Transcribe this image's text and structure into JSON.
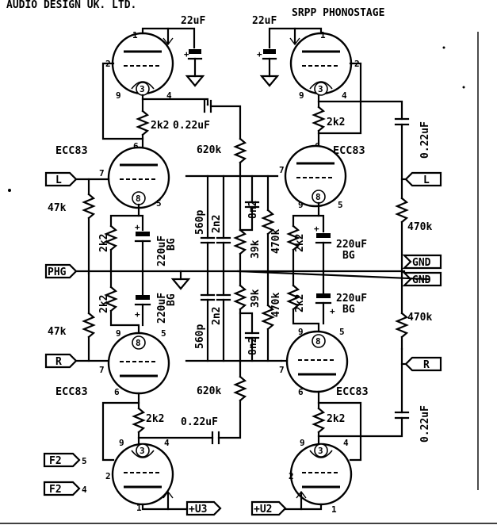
{
  "header": {
    "company": "AUDIO DESIGN UK. LTD.",
    "title": "SRPP PHONOSTAGE"
  },
  "tubes": {
    "upper_left_type": "ECC83",
    "upper_right_type": "ECC83",
    "lower_left_type": "ECC83",
    "lower_right_type": "ECC83"
  },
  "pins": {
    "p1": "1",
    "p2": "2",
    "p3": "3",
    "p4": "4",
    "p5": "5",
    "p6": "6",
    "p7": "7",
    "p8": "8",
    "p9": "9"
  },
  "components": {
    "decoupling_cap": "22uF",
    "plate_resistor": "2k2",
    "coupling_cap": "0.22uF",
    "grid_resistor": "620k",
    "input_resistor": "47k",
    "cathode_resistor": "2k2",
    "cathode_cap": "220uF",
    "cathode_cap_type": "BG",
    "eq_cap_small": "560p",
    "eq_cap_mid": "2n2",
    "eq_cap_big": "8n2",
    "eq_res": "39k",
    "eq_res_big": "470k",
    "output_resistor": "470k",
    "plus_sign": "+"
  },
  "connectors": {
    "left_in": "L",
    "right_in": "R",
    "phono_in": "PHG",
    "left_out": "L",
    "right_out": "R",
    "gnd_1": "GND",
    "gnd_2": "GND",
    "heater_a": "F2",
    "heater_b": "F2",
    "heater_a_pin": "5",
    "heater_b_pin": "4",
    "supply_left": "+U3",
    "supply_right": "+U2"
  }
}
